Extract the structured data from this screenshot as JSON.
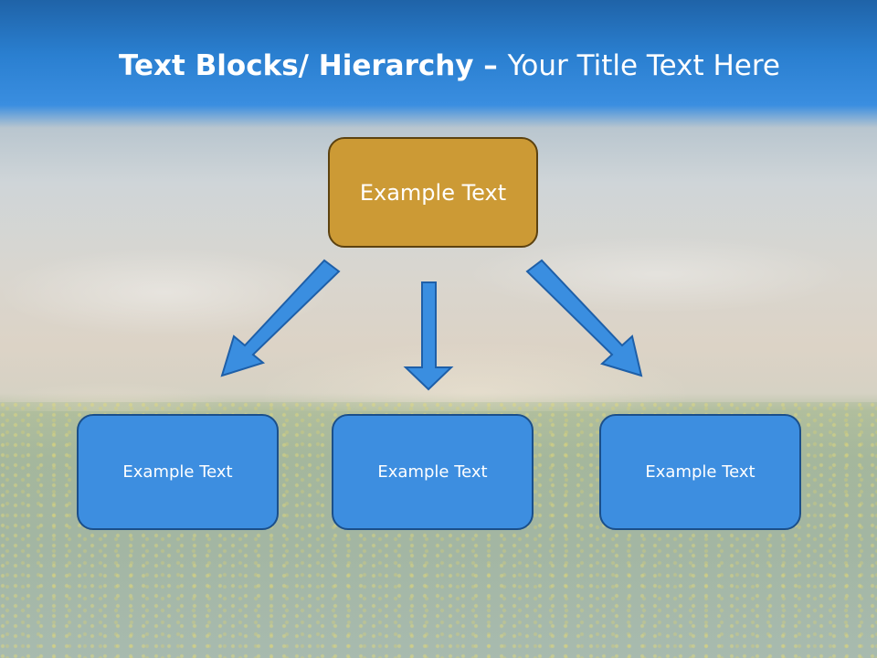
{
  "slide": {
    "title_bold": "Text Blocks/ Hierarchy",
    "title_dash": " – ",
    "title_regular": "Your Title Text Here"
  },
  "diagram": {
    "root": {
      "label": "Example Text"
    },
    "children": [
      {
        "label": "Example Text"
      },
      {
        "label": "Example Text"
      },
      {
        "label": "Example Text"
      }
    ]
  },
  "colors": {
    "root_fill": "#cc9a35",
    "child_fill": "#3d8ee0",
    "arrow_fill": "#3a8ee0",
    "header_blue": "#2a7fd0"
  }
}
